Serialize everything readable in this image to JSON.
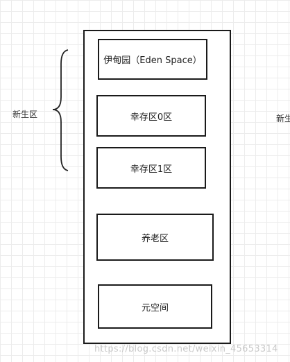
{
  "diagram": {
    "left_label": "新生区",
    "right_label": "新生",
    "blocks": [
      "伊甸园（Eden Space）",
      "幸存区0区",
      "幸存区1区",
      "养老区",
      "元空间"
    ]
  },
  "watermark": "https://blog.csdn.net/weixin_45653314"
}
